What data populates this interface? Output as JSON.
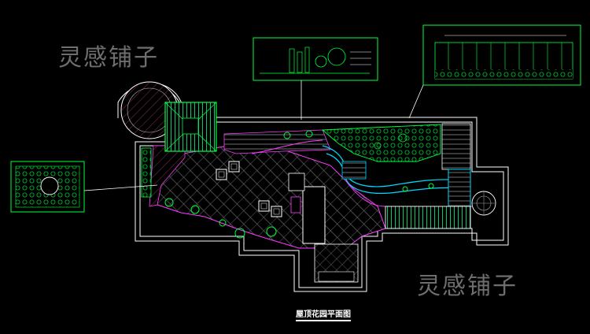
{
  "watermarks": [
    "灵感铺子",
    "灵感铺子"
  ],
  "drawing_title": "屋顶花园平面图",
  "colors": {
    "background": "#000000",
    "outline": "#ffffff",
    "paving": "#8a8a8a",
    "planting": "#00ff3c",
    "water": "#00d8ff",
    "edge": "#ff3cff",
    "callout": "#ffffff"
  }
}
